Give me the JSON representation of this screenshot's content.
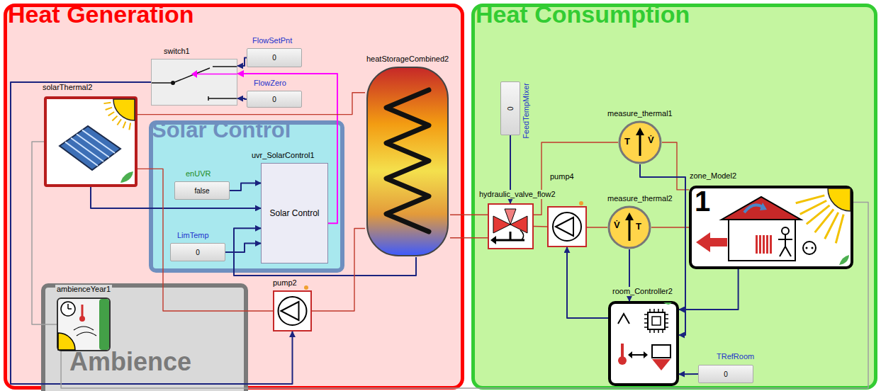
{
  "diagram": {
    "nodes": [
      {
        "text": [
          "Heat Generation"
        ]
      },
      {
        "text": [
          "switch1"
        ],
        "in": 0
      },
      {
        "text": [
          "FlowSetPnt",
          "0"
        ],
        "in": 0
      },
      {
        "text": [
          "FlowZero",
          "0"
        ],
        "in": 0
      },
      {
        "text": [
          "solarThermal2"
        ],
        "in": 0
      },
      {
        "text": [
          "heatStorageCombined2"
        ],
        "in": 0
      },
      {
        "text": [
          "Solar Control"
        ],
        "in": 0
      },
      {
        "text": [
          "uvr_SolarControl1",
          "Solar Control"
        ],
        "in": 6
      },
      {
        "text": [
          "enUVR",
          "false"
        ],
        "in": 6
      },
      {
        "text": [
          "LimTemp",
          "0"
        ],
        "in": 6
      },
      {
        "text": [
          "Ambience"
        ],
        "in": 0
      },
      {
        "text": [
          "ambienceYear1"
        ],
        "in": 10
      },
      {
        "text": [
          "pump2"
        ],
        "in": 0
      },
      {
        "text": [
          "Heat Consumption"
        ]
      },
      {
        "text": [
          "FeedTempMixer",
          "0"
        ],
        "in": 13
      },
      {
        "text": [
          "hydraulic_valve_flow2"
        ],
        "in": 13
      },
      {
        "text": [
          "pump4"
        ],
        "in": 13
      },
      {
        "text": [
          "measure_thermal1"
        ],
        "in": 13
      },
      {
        "text": [
          "measure_thermal2"
        ],
        "in": 13
      },
      {
        "text": [
          "zone_Model2",
          "1"
        ],
        "in": 13
      },
      {
        "text": [
          "room_Controller2"
        ],
        "in": 13
      },
      {
        "text": [
          "TRefRoom",
          "0"
        ],
        "in": 13
      }
    ],
    "edges": [
      {
        "from": 1,
        "to": 12,
        "arrow": "to"
      },
      {
        "from": 2,
        "to": 1,
        "arrow": "to"
      },
      {
        "from": 3,
        "to": 1,
        "arrow": "to"
      },
      {
        "from": 7,
        "to": 1,
        "arrow": "to"
      },
      {
        "from": 8,
        "to": 7,
        "arrow": "to"
      },
      {
        "from": 9,
        "to": 7,
        "arrow": "to"
      },
      {
        "from": 4,
        "to": 7,
        "arrow": "to"
      },
      {
        "from": 5,
        "to": 7,
        "arrow": "to"
      },
      {
        "from": 11,
        "to": 4,
        "arrow": "none"
      },
      {
        "from": 4,
        "to": 5,
        "arrow": "none"
      },
      {
        "from": 4,
        "to": 12,
        "arrow": "none"
      },
      {
        "from": 12,
        "to": 5,
        "arrow": "none"
      },
      {
        "from": 5,
        "to": 15,
        "arrow": "none"
      },
      {
        "from": 5,
        "to": 15,
        "arrow": "none"
      },
      {
        "from": 14,
        "to": 15,
        "arrow": "to"
      },
      {
        "from": 15,
        "to": 16,
        "arrow": "none"
      },
      {
        "from": 16,
        "to": 18,
        "arrow": "none"
      },
      {
        "from": 18,
        "to": 19,
        "arrow": "none"
      },
      {
        "from": 19,
        "to": 17,
        "arrow": "none"
      },
      {
        "from": 17,
        "to": 15,
        "arrow": "none"
      },
      {
        "from": 17,
        "to": 20,
        "arrow": "to"
      },
      {
        "from": 18,
        "to": 20,
        "arrow": "to"
      },
      {
        "from": 19,
        "to": 20,
        "arrow": "to"
      },
      {
        "from": 21,
        "to": 20,
        "arrow": "to"
      },
      {
        "from": 20,
        "to": 16,
        "arrow": "to"
      },
      {
        "from": 11,
        "to": 19,
        "arrow": "none"
      }
    ],
    "labels": [
      "T",
      "V̇",
      "V̇",
      "T"
    ]
  }
}
